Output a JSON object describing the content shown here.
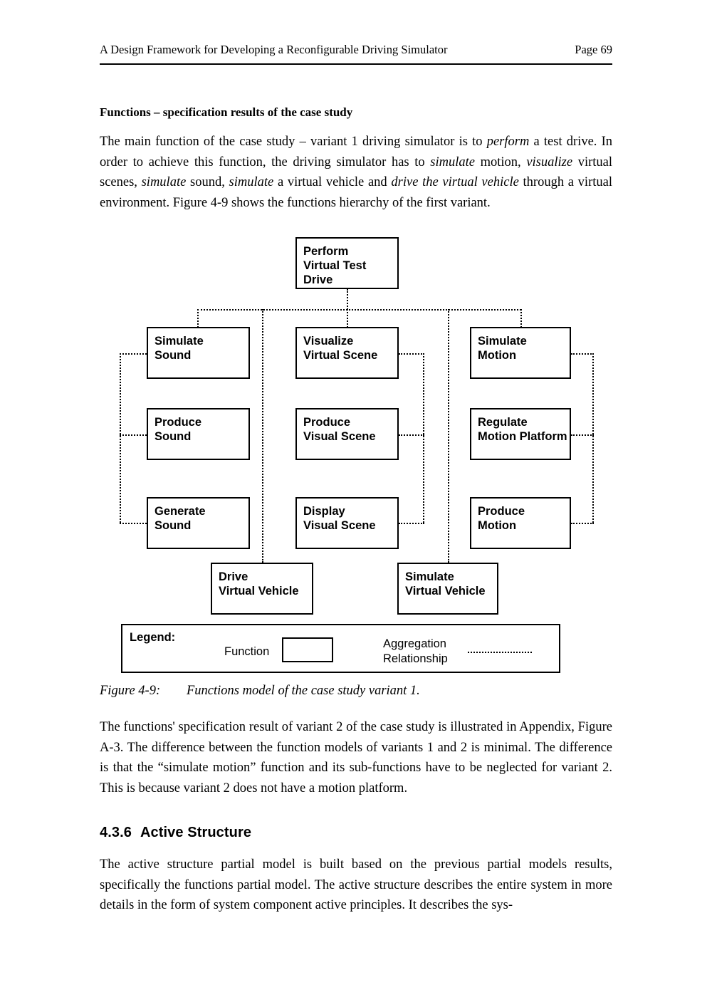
{
  "header": {
    "title": "A Design Framework for Developing a Reconfigurable Driving Simulator",
    "page_label": "Page 69"
  },
  "sections": {
    "functions_heading": "Functions – specification results of the case study",
    "paragraph_1_html": "The main function of the case study – variant 1 driving simulator is to <i>perform</i> a test drive. In order to achieve this function, the driving simulator has to <i>simulate</i> motion, <i>visualize</i> virtual scenes, <i>simulate</i> sound, <i>simulate</i> a virtual vehicle and <i>drive the virtual vehicle</i> through a virtual environment. Figure 4-9 shows the functions hierarchy of the first variant.",
    "paragraph_2": "The functions' specification result of variant 2 of the case study is illustrated in Appendix, Figure A-3. The difference between the function models of variants 1 and 2 is minimal. The difference is that the “simulate motion” function and its sub-functions have to be neglected for variant 2. This is because variant 2 does not have a motion platform.",
    "active_structure_number": "4.3.6",
    "active_structure_title": "Active Structure",
    "paragraph_3": "The active structure partial model is built based on the previous partial models results, specifically the functions partial model. The active structure describes the entire system in more details in the form of system component active principles. It describes the sys-"
  },
  "figure": {
    "caption_number": "Figure 4-9:",
    "caption_text": "Functions model of the case study variant 1.",
    "nodes": {
      "root": "Perform\nVirtual Test\nDrive",
      "simulate_sound": "Simulate\nSound",
      "produce_sound": "Produce\nSound",
      "generate_sound": "Generate\nSound",
      "visualize_virtual_scene": "Visualize\nVirtual Scene",
      "produce_visual_scene": "Produce\nVisual Scene",
      "display_visual_scene": "Display\nVisual Scene",
      "simulate_motion": "Simulate\nMotion",
      "regulate_motion_platform": "Regulate\nMotion Platform",
      "produce_motion": "Produce\nMotion",
      "drive_virtual_vehicle": "Drive\nVirtual Vehicle",
      "simulate_virtual_vehicle": "Simulate\nVirtual Vehicle"
    },
    "legend": {
      "title": "Legend:",
      "function_label": "Function",
      "aggregation_label": "Aggregation\nRelationship"
    }
  }
}
